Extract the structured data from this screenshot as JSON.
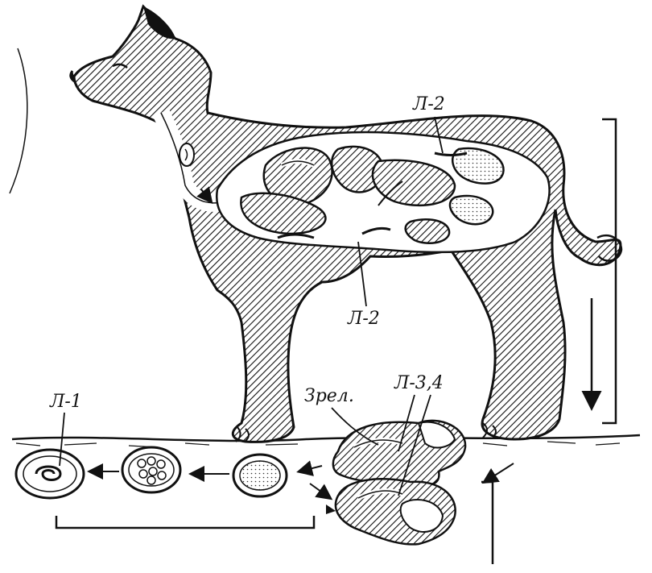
{
  "labels": {
    "l2_top": "Л-2",
    "l2_bottom": "Л-2",
    "l1": "Л-1",
    "l34": "Л-3,4",
    "mature": "Зрел."
  },
  "colors": {
    "ink": "#111111",
    "paper": "#ffffff"
  }
}
